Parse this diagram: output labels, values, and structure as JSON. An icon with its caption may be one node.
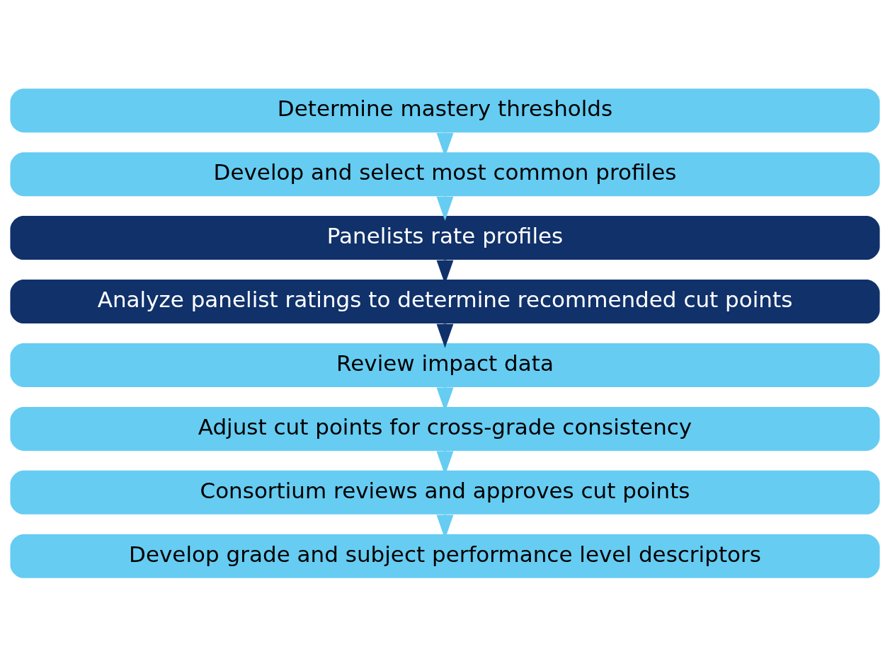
{
  "diagram": {
    "nodes": [
      {
        "text": [
          "Determine mastery thresholds"
        ]
      },
      {
        "text": [
          "Develop and select most common profiles"
        ]
      },
      {
        "text": [
          "Panelists rate profiles"
        ]
      },
      {
        "text": [
          "Analyze panelist ratings to determine recommended cut points"
        ]
      },
      {
        "text": [
          "Review impact data"
        ]
      },
      {
        "text": [
          "Adjust cut points for cross-grade consistency"
        ]
      },
      {
        "text": [
          "Consortium reviews and approves cut points"
        ]
      },
      {
        "text": [
          "Develop grade and subject performance level descriptors"
        ]
      }
    ],
    "edges": [
      {
        "from": 0,
        "to": 1,
        "arrow": "to"
      },
      {
        "from": 1,
        "to": 2,
        "arrow": "to"
      },
      {
        "from": 2,
        "to": 3,
        "arrow": "to",
        "color": "#10316a"
      },
      {
        "from": 3,
        "to": 4,
        "arrow": "to",
        "color": "#10316a"
      },
      {
        "from": 4,
        "to": 5,
        "arrow": "to"
      },
      {
        "from": 5,
        "to": 6,
        "arrow": "to"
      },
      {
        "from": 6,
        "to": 7,
        "arrow": "to"
      }
    ]
  }
}
